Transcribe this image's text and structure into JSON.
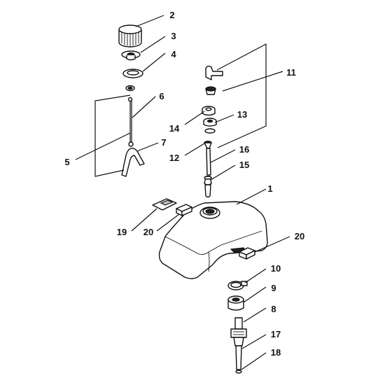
{
  "diagram": {
    "callouts": [
      {
        "number": "2"
      },
      {
        "number": "3"
      },
      {
        "number": "4"
      },
      {
        "number": "11"
      },
      {
        "number": "6"
      },
      {
        "number": "14"
      },
      {
        "number": "13"
      },
      {
        "number": "7"
      },
      {
        "number": "5"
      },
      {
        "number": "12"
      },
      {
        "number": "16"
      },
      {
        "number": "15"
      },
      {
        "number": "1"
      },
      {
        "number": "19"
      },
      {
        "number": "20"
      },
      {
        "number": "20"
      },
      {
        "number": "10"
      },
      {
        "number": "9"
      },
      {
        "number": "8"
      },
      {
        "number": "17"
      },
      {
        "number": "18"
      }
    ]
  }
}
